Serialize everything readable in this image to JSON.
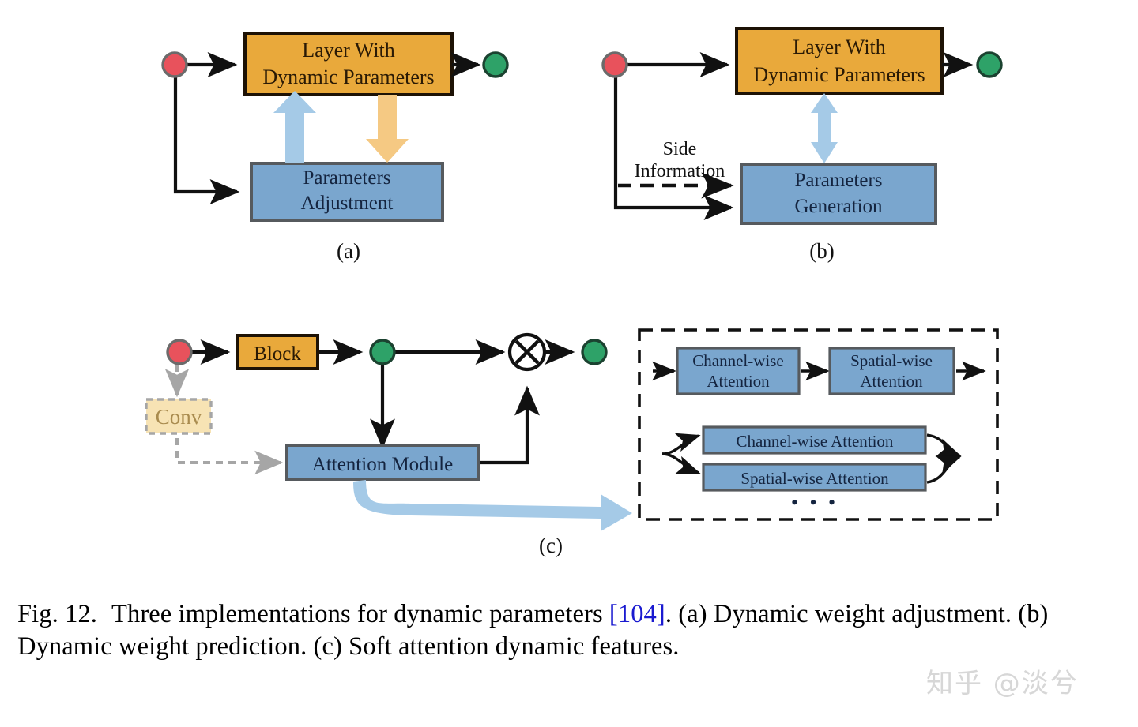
{
  "figure": {
    "panels": [
      {
        "id": "a",
        "label": "(a)",
        "nodes": {
          "input": "input-node-red",
          "output": "output-node-green"
        },
        "blocks": [
          {
            "name": "layer-with-dynamic-parameters",
            "line1": "Layer With",
            "line2": "Dynamic Parameters",
            "fill": "#E9A93B"
          },
          {
            "name": "parameters-adjustment",
            "line1": "Parameters",
            "line2": "Adjustment",
            "fill": "#7AA6CE"
          }
        ],
        "arrows": {
          "up_arrow": "blue-up-arrow",
          "down_arrow": "orange-down-arrow"
        }
      },
      {
        "id": "b",
        "label": "(b)",
        "nodes": {
          "input": "input-node-red",
          "output": "output-node-green"
        },
        "blocks": [
          {
            "name": "layer-with-dynamic-parameters",
            "line1": "Layer With",
            "line2": "Dynamic Parameters",
            "fill": "#E9A93B"
          },
          {
            "name": "parameters-generation",
            "line1": "Parameters",
            "line2": "Generation",
            "fill": "#7AA6CE"
          }
        ],
        "side_information": {
          "line1": "Side",
          "line2": "Information"
        },
        "arrows": {
          "bidirectional": "blue-double-arrow"
        }
      },
      {
        "id": "c",
        "label": "(c)",
        "nodes": {
          "input": "input-node-red",
          "mid": "feature-node-green",
          "output": "output-node-green"
        },
        "blocks": [
          {
            "name": "block",
            "line1": "Block",
            "fill": "#E9A93B"
          },
          {
            "name": "conv",
            "line1": "Conv",
            "fill": "#F7E3B4"
          },
          {
            "name": "attention-module",
            "line1": "Attention Module",
            "fill": "#7AA6CE"
          }
        ],
        "operator": "⊗",
        "detail_box": {
          "row1": [
            {
              "name": "channel-wise-attention",
              "line1": "Channel-wise",
              "line2": "Attention"
            },
            {
              "name": "spatial-wise-attention",
              "line1": "Spatial-wise",
              "line2": "Attention"
            }
          ],
          "row2": [
            {
              "name": "channel-wise-attention-parallel",
              "line1": "Channel-wise Attention"
            },
            {
              "name": "spatial-wise-attention-parallel",
              "line1": "Spatial-wise Attention"
            }
          ],
          "ellipsis": "• • •"
        }
      }
    ]
  },
  "caption": {
    "figure_number": "Fig. 12.",
    "text_before_ref": "Three implementations for dynamic parameters ",
    "reference": "[104]",
    "text_after_ref": ". (a) Dynamic weight adjustment. (b) Dynamic weight prediction. (c) Soft attention dynamic features."
  },
  "watermark": {
    "text": "知乎 @淡兮"
  },
  "colors": {
    "orange_block": "#E9A93B",
    "blue_block": "#7AA6CE",
    "light_blue_arrow": "#A5CAE7",
    "light_orange_arrow": "#F5C983",
    "conv_fill": "#F7E3B4",
    "node_red": "#E8525C",
    "node_green": "#2EA268",
    "reference_link": "#1a1ad0"
  }
}
